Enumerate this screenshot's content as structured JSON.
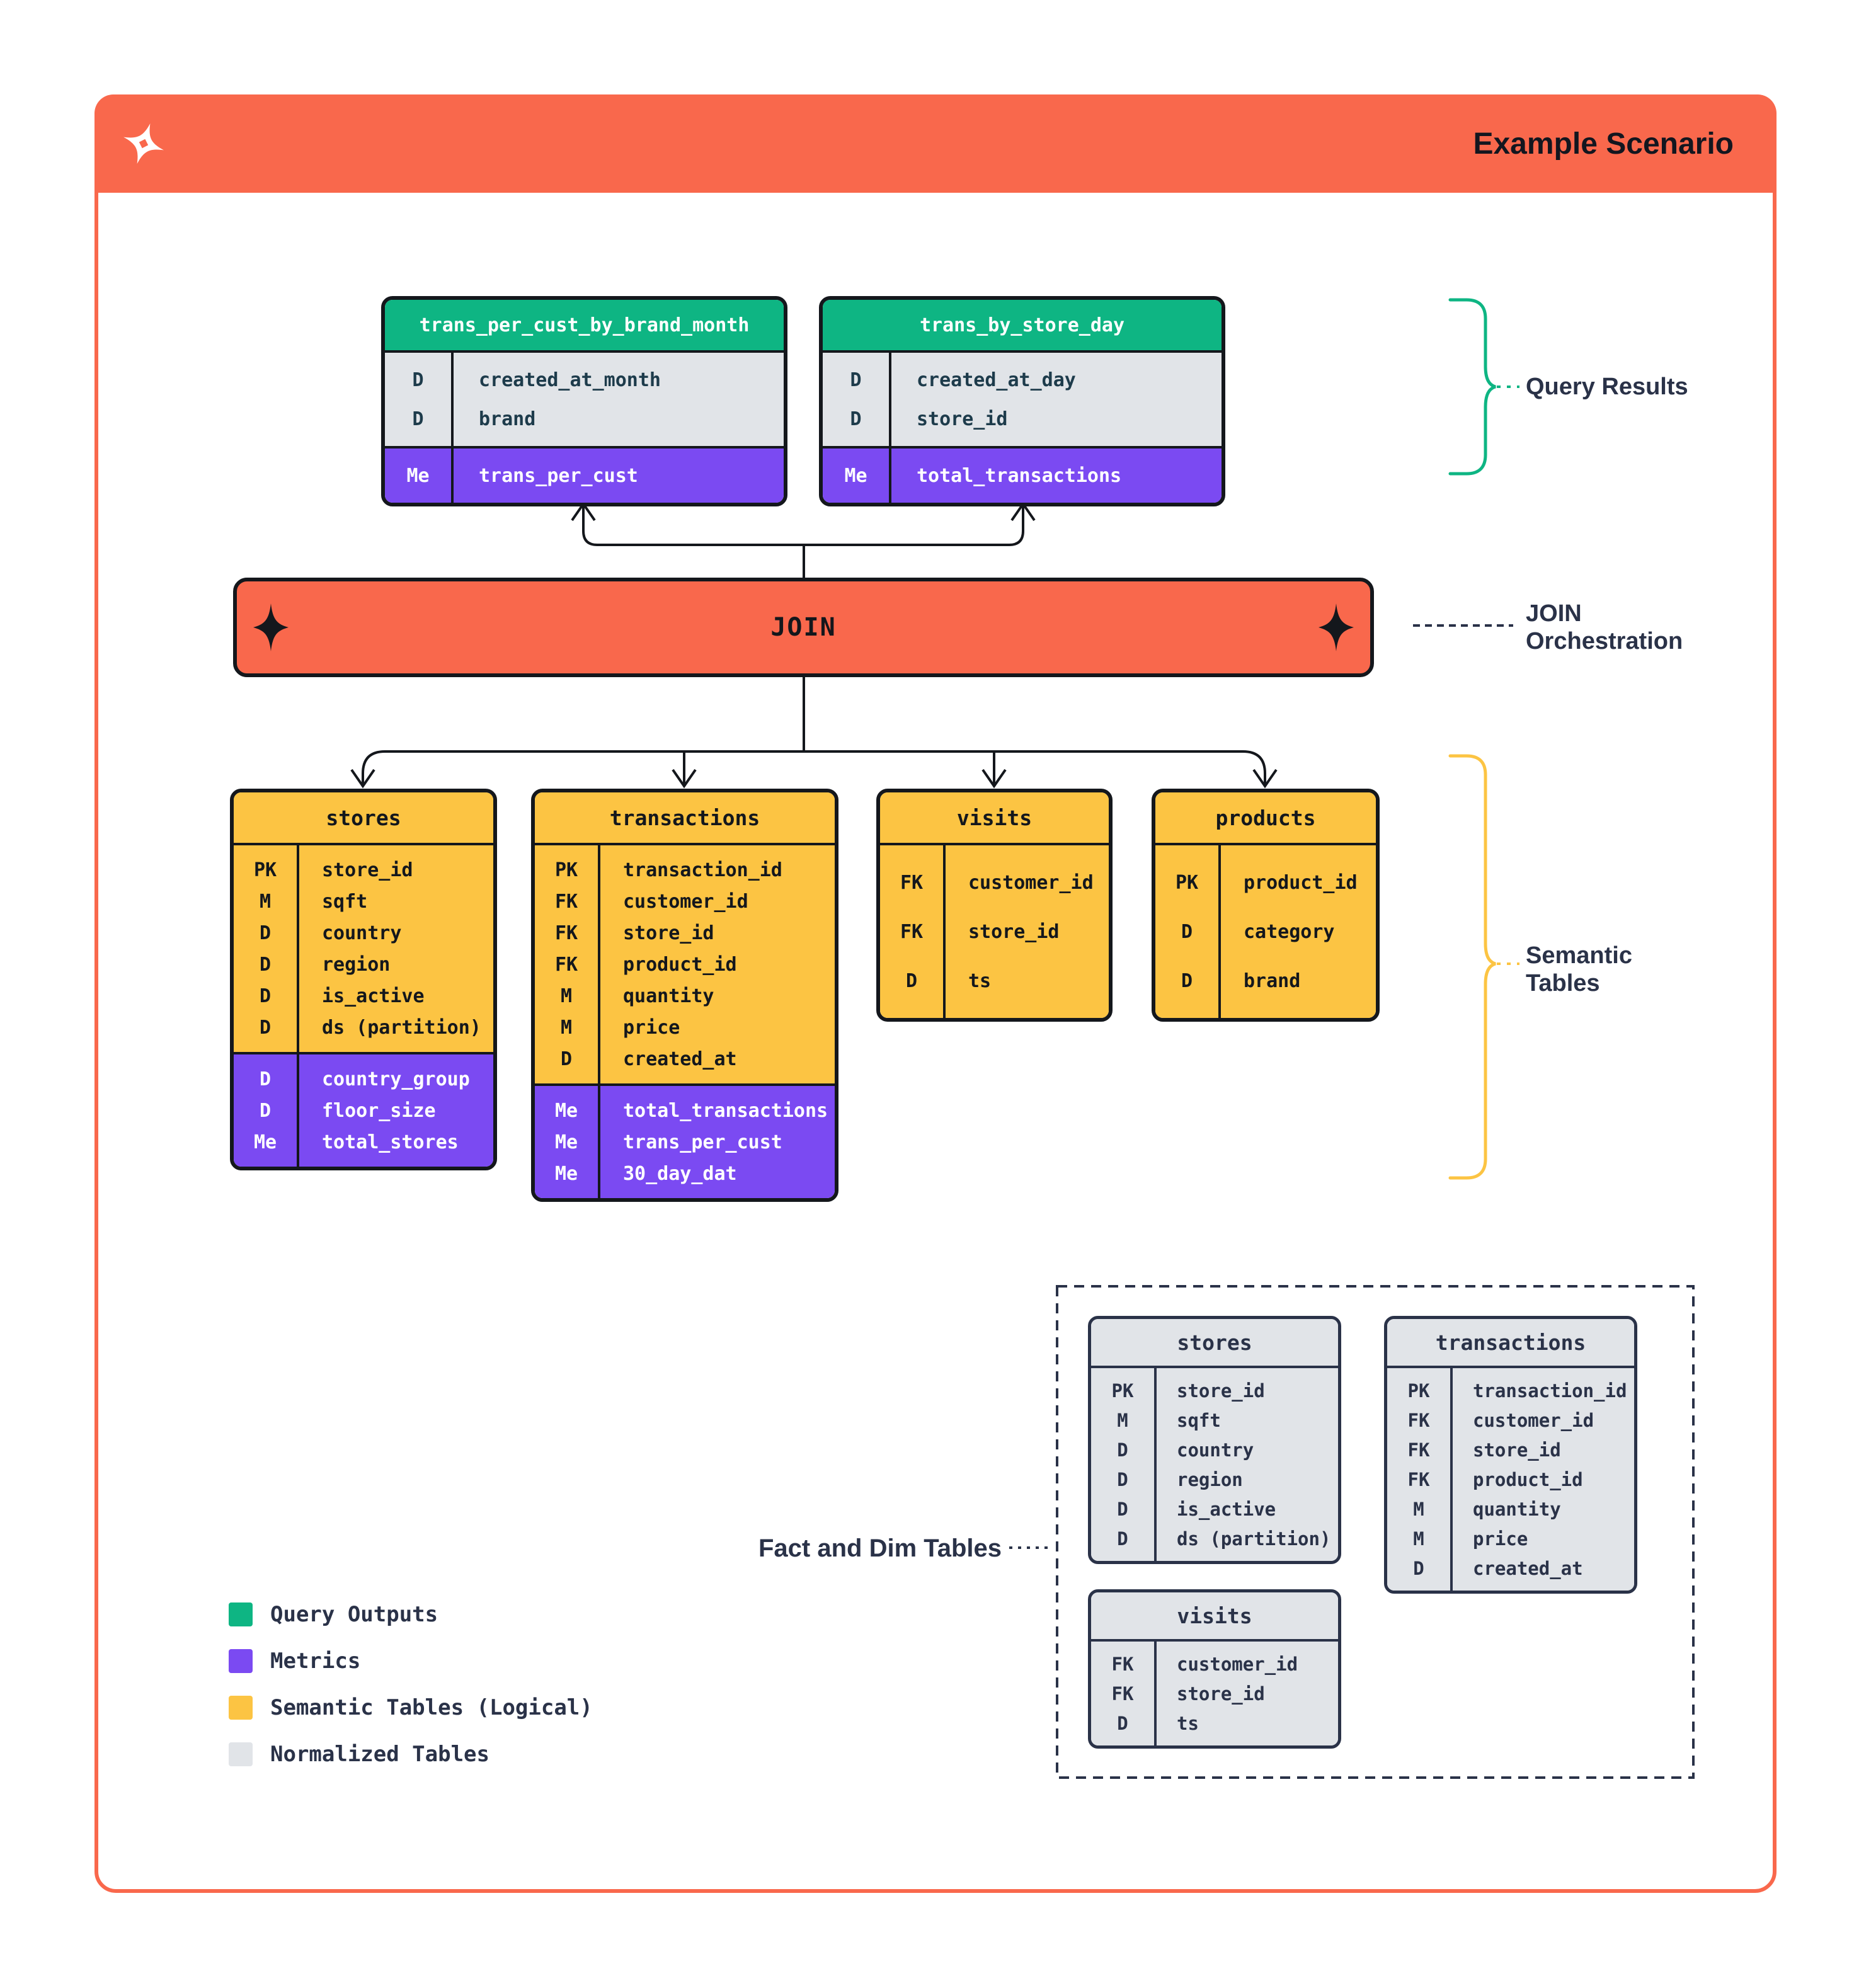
{
  "header": {
    "title": "Example Scenario"
  },
  "colors": {
    "orange": "#F9684C",
    "green": "#0EB583",
    "purple": "#7B4AF2",
    "yellow": "#FCC443",
    "gray": "#E1E4E8",
    "navy": "#2A3248",
    "ink": "#14171C"
  },
  "query_results": {
    "label": "Query Results",
    "tables": [
      {
        "title": "trans_per_cust_by_brand_month",
        "dims": [
          {
            "k": "D",
            "v": "created_at_month"
          },
          {
            "k": "D",
            "v": "brand"
          }
        ],
        "metrics": [
          {
            "k": "Me",
            "v": "trans_per_cust"
          }
        ]
      },
      {
        "title": "trans_by_store_day",
        "dims": [
          {
            "k": "D",
            "v": "created_at_day"
          },
          {
            "k": "D",
            "v": "store_id"
          }
        ],
        "metrics": [
          {
            "k": "Me",
            "v": "total_transactions"
          }
        ]
      }
    ]
  },
  "join": {
    "label": "JOIN",
    "annotation_lines": [
      "JOIN",
      "Orchestration"
    ]
  },
  "semantic": {
    "label_lines": [
      "Semantic",
      "Tables"
    ],
    "tables": [
      {
        "title": "stores",
        "cols": [
          {
            "k": "PK",
            "v": "store_id"
          },
          {
            "k": "M",
            "v": "sqft"
          },
          {
            "k": "D",
            "v": "country"
          },
          {
            "k": "D",
            "v": "region"
          },
          {
            "k": "D",
            "v": "is_active"
          },
          {
            "k": "D",
            "v": "ds (partition)"
          }
        ],
        "metrics": [
          {
            "k": "D",
            "v": "country_group"
          },
          {
            "k": "D",
            "v": "floor_size"
          },
          {
            "k": "Me",
            "v": "total_stores"
          }
        ]
      },
      {
        "title": "transactions",
        "cols": [
          {
            "k": "PK",
            "v": "transaction_id"
          },
          {
            "k": "FK",
            "v": "customer_id"
          },
          {
            "k": "FK",
            "v": "store_id"
          },
          {
            "k": "FK",
            "v": "product_id"
          },
          {
            "k": "M",
            "v": "quantity"
          },
          {
            "k": "M",
            "v": "price"
          },
          {
            "k": "D",
            "v": "created_at"
          }
        ],
        "metrics": [
          {
            "k": "Me",
            "v": "total_transactions"
          },
          {
            "k": "Me",
            "v": "trans_per_cust"
          },
          {
            "k": "Me",
            "v": "30_day_dat"
          }
        ]
      },
      {
        "title": "visits",
        "cols": [
          {
            "k": "FK",
            "v": "customer_id"
          },
          {
            "k": "FK",
            "v": "store_id"
          },
          {
            "k": "D",
            "v": "ts"
          }
        ],
        "metrics": []
      },
      {
        "title": "products",
        "cols": [
          {
            "k": "PK",
            "v": "product_id"
          },
          {
            "k": "D",
            "v": "category"
          },
          {
            "k": "D",
            "v": "brand"
          }
        ],
        "metrics": []
      }
    ]
  },
  "normalized": {
    "label": "Fact and Dim Tables",
    "tables": [
      {
        "title": "stores",
        "cols": [
          {
            "k": "PK",
            "v": "store_id"
          },
          {
            "k": "M",
            "v": "sqft"
          },
          {
            "k": "D",
            "v": "country"
          },
          {
            "k": "D",
            "v": "region"
          },
          {
            "k": "D",
            "v": "is_active"
          },
          {
            "k": "D",
            "v": "ds (partition)"
          }
        ]
      },
      {
        "title": "transactions",
        "cols": [
          {
            "k": "PK",
            "v": "transaction_id"
          },
          {
            "k": "FK",
            "v": "customer_id"
          },
          {
            "k": "FK",
            "v": "store_id"
          },
          {
            "k": "FK",
            "v": "product_id"
          },
          {
            "k": "M",
            "v": "quantity"
          },
          {
            "k": "M",
            "v": "price"
          },
          {
            "k": "D",
            "v": "created_at"
          }
        ]
      },
      {
        "title": "visits",
        "cols": [
          {
            "k": "FK",
            "v": "customer_id"
          },
          {
            "k": "FK",
            "v": "store_id"
          },
          {
            "k": "D",
            "v": "ts"
          }
        ]
      }
    ]
  },
  "legend": {
    "items": [
      {
        "label": "Query Outputs",
        "color": "#0EB583"
      },
      {
        "label": "Metrics",
        "color": "#7B4AF2"
      },
      {
        "label": "Semantic Tables (Logical)",
        "color": "#FCC443"
      },
      {
        "label": "Normalized Tables",
        "color": "#E1E4E8"
      }
    ]
  }
}
